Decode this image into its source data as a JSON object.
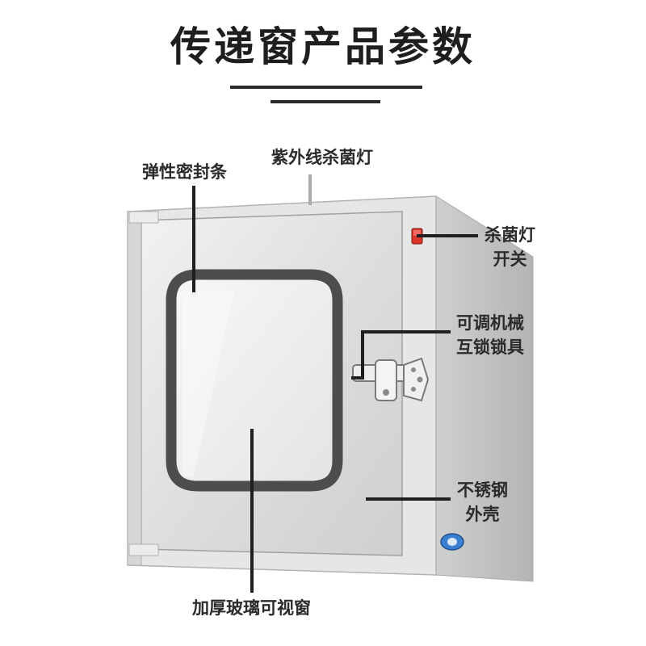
{
  "title": "传递窗产品参数",
  "labels": {
    "gasket": "弹性密封条",
    "uv_lamp": "紫外线杀菌灯",
    "lamp_switch": [
      "杀菌灯",
      "开关"
    ],
    "interlock": [
      "可调机械",
      "互锁锁具"
    ],
    "shell": [
      "不锈钢",
      "外壳"
    ],
    "window": "加厚玻璃可视窗"
  },
  "colors": {
    "steel_front": "#dfdfdf",
    "steel_side": "#bdbdbd",
    "gasket": "#4a4a4a",
    "switch": "#d9352b",
    "port": "#3a7fd0",
    "leader": "#1f1f1f"
  }
}
